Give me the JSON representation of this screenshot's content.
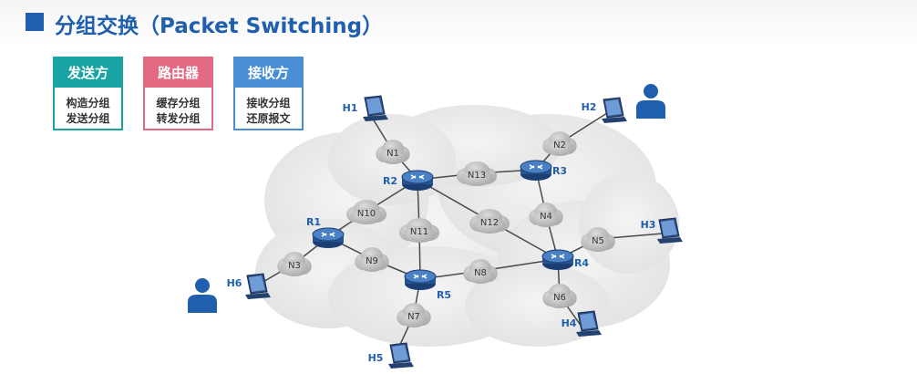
{
  "title": "分组交换（Packet Switching）",
  "roles": [
    {
      "heading": "发送方",
      "lines": [
        "构造分组",
        "发送分组"
      ]
    },
    {
      "heading": "路由器",
      "lines": [
        "缓存分组",
        "转发分组"
      ]
    },
    {
      "heading": "接收方",
      "lines": [
        "接收分组",
        "还原报文"
      ]
    }
  ],
  "routers": [
    "R1",
    "R2",
    "R3",
    "R4",
    "R5"
  ],
  "networks": [
    "N1",
    "N2",
    "N3",
    "N4",
    "N5",
    "N6",
    "N7",
    "N8",
    "N9",
    "N10",
    "N11",
    "N12",
    "N13"
  ],
  "hosts": [
    "H1",
    "H2",
    "H3",
    "H4",
    "H5",
    "H6"
  ],
  "links": [
    [
      "H1",
      "N1"
    ],
    [
      "N1",
      "R2"
    ],
    [
      "R2",
      "N13"
    ],
    [
      "N13",
      "R3"
    ],
    [
      "R3",
      "N2"
    ],
    [
      "N2",
      "H2"
    ],
    [
      "R3",
      "N4"
    ],
    [
      "N4",
      "R4"
    ],
    [
      "R4",
      "N5"
    ],
    [
      "N5",
      "H3"
    ],
    [
      "R4",
      "N6"
    ],
    [
      "N6",
      "H4"
    ],
    [
      "R2",
      "N12"
    ],
    [
      "N12",
      "R4"
    ],
    [
      "R2",
      "N10"
    ],
    [
      "N10",
      "R1"
    ],
    [
      "R2",
      "N11"
    ],
    [
      "N11",
      "R5"
    ],
    [
      "R1",
      "N9"
    ],
    [
      "N9",
      "R5"
    ],
    [
      "R1",
      "N3"
    ],
    [
      "N3",
      "H6"
    ],
    [
      "R5",
      "N8"
    ],
    [
      "N8",
      "R4"
    ],
    [
      "R5",
      "N7"
    ],
    [
      "N7",
      "H5"
    ]
  ],
  "colors": {
    "accent": "#1f5fae",
    "sender": "#1aa3a3",
    "router": "#e36a82",
    "receiver": "#4a8fd6"
  },
  "user_icons": [
    "user-icon",
    "user-icon"
  ]
}
